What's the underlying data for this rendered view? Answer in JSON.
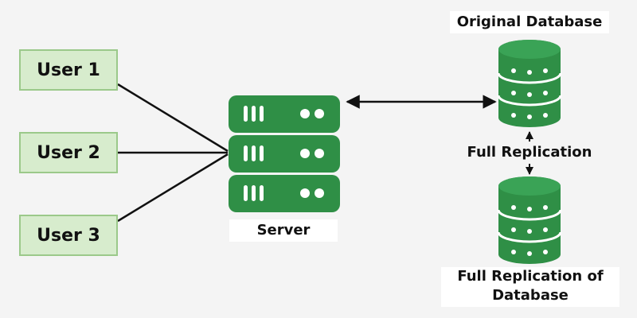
{
  "users": [
    {
      "label": "User 1"
    },
    {
      "label": "User 2"
    },
    {
      "label": "User 3"
    }
  ],
  "server": {
    "label": "Server"
  },
  "original_db": {
    "label": "Original Database"
  },
  "replication_link": {
    "label": "Full Replication"
  },
  "replica_db": {
    "label": "Full Replication of Database"
  },
  "colors": {
    "accent_green": "#2f8f46",
    "user_fill": "#d7eccd",
    "user_border": "#9bc98a",
    "background": "#f4f4f4",
    "line": "#111111"
  },
  "icons": {
    "server": "server-rack-icon",
    "database": "database-cylinder-icon"
  }
}
